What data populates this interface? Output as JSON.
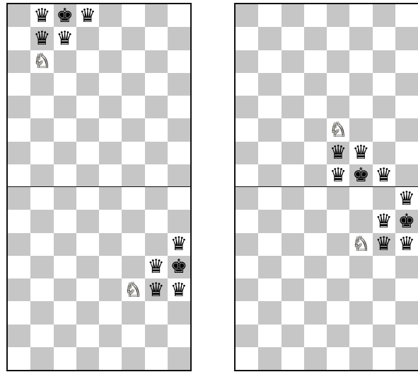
{
  "colors": {
    "light_square": "#ffffff",
    "dark_square": "#c6c6c6",
    "border": "#111111"
  },
  "boards": [
    {
      "id": "board-tl",
      "pieces": [
        {
          "row": 0,
          "col": 1,
          "glyph": "♛",
          "name": "black-queen",
          "side": "black"
        },
        {
          "row": 0,
          "col": 2,
          "glyph": "♚",
          "name": "black-king",
          "side": "black"
        },
        {
          "row": 0,
          "col": 3,
          "glyph": "♛",
          "name": "black-queen",
          "side": "black"
        },
        {
          "row": 1,
          "col": 1,
          "glyph": "♛",
          "name": "black-queen",
          "side": "black"
        },
        {
          "row": 1,
          "col": 2,
          "glyph": "♛",
          "name": "black-queen",
          "side": "black"
        },
        {
          "row": 2,
          "col": 1,
          "glyph": "♘",
          "name": "white-knight",
          "side": "white"
        }
      ]
    },
    {
      "id": "board-tr",
      "pieces": [
        {
          "row": 5,
          "col": 4,
          "glyph": "♘",
          "name": "white-knight",
          "side": "white"
        },
        {
          "row": 6,
          "col": 4,
          "glyph": "♛",
          "name": "black-queen",
          "side": "black"
        },
        {
          "row": 6,
          "col": 5,
          "glyph": "♛",
          "name": "black-queen",
          "side": "black"
        },
        {
          "row": 7,
          "col": 4,
          "glyph": "♛",
          "name": "black-queen",
          "side": "black"
        },
        {
          "row": 7,
          "col": 5,
          "glyph": "♚",
          "name": "black-king",
          "side": "black"
        },
        {
          "row": 7,
          "col": 6,
          "glyph": "♛",
          "name": "black-queen",
          "side": "black"
        }
      ]
    },
    {
      "id": "board-bl",
      "pieces": [
        {
          "row": 2,
          "col": 7,
          "glyph": "♛",
          "name": "black-queen",
          "side": "black"
        },
        {
          "row": 3,
          "col": 6,
          "glyph": "♛",
          "name": "black-queen",
          "side": "black"
        },
        {
          "row": 3,
          "col": 7,
          "glyph": "♚",
          "name": "black-king",
          "side": "black"
        },
        {
          "row": 4,
          "col": 5,
          "glyph": "♘",
          "name": "white-knight",
          "side": "white"
        },
        {
          "row": 4,
          "col": 6,
          "glyph": "♛",
          "name": "black-queen",
          "side": "black"
        },
        {
          "row": 4,
          "col": 7,
          "glyph": "♛",
          "name": "black-queen",
          "side": "black"
        }
      ]
    },
    {
      "id": "board-br",
      "pieces": [
        {
          "row": 0,
          "col": 7,
          "glyph": "♛",
          "name": "black-queen",
          "side": "black"
        },
        {
          "row": 1,
          "col": 6,
          "glyph": "♛",
          "name": "black-queen",
          "side": "black"
        },
        {
          "row": 1,
          "col": 7,
          "glyph": "♚",
          "name": "black-king",
          "side": "black"
        },
        {
          "row": 2,
          "col": 5,
          "glyph": "♘",
          "name": "white-knight",
          "side": "white"
        },
        {
          "row": 2,
          "col": 6,
          "glyph": "♛",
          "name": "black-queen",
          "side": "black"
        },
        {
          "row": 2,
          "col": 7,
          "glyph": "♛",
          "name": "black-queen",
          "side": "black"
        }
      ]
    }
  ]
}
